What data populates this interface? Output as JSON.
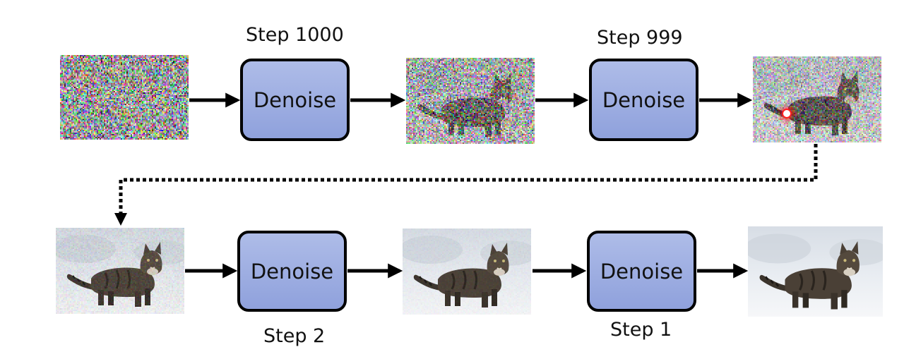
{
  "top_row": {
    "step_left": "Step 1000",
    "step_right": "Step 999",
    "denoise_left": "Denoise",
    "denoise_right": "Denoise"
  },
  "bottom_row": {
    "step_left": "Step 2",
    "step_right": "Step 1",
    "denoise_left": "Denoise",
    "denoise_right": "Denoise"
  },
  "images": {
    "noise_levels": [
      1.0,
      0.8,
      0.55,
      0.12,
      0.05,
      0.0
    ],
    "subject": "cat-standing-in-snow"
  },
  "colors": {
    "box_fill": "#9aabe0",
    "box_border": "#000000",
    "arrow": "#000000"
  }
}
